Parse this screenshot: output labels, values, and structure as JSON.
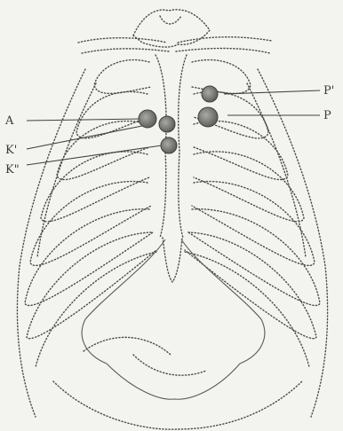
{
  "figure": {
    "labels": {
      "left_1": "A",
      "left_2": "K'",
      "left_3": "K\"",
      "right_1": "P'",
      "right_2": "P"
    },
    "colors": {
      "paper": "#f3f3ef",
      "ink": "#3a3a3a",
      "dot_fill": "#7a7a78"
    }
  }
}
